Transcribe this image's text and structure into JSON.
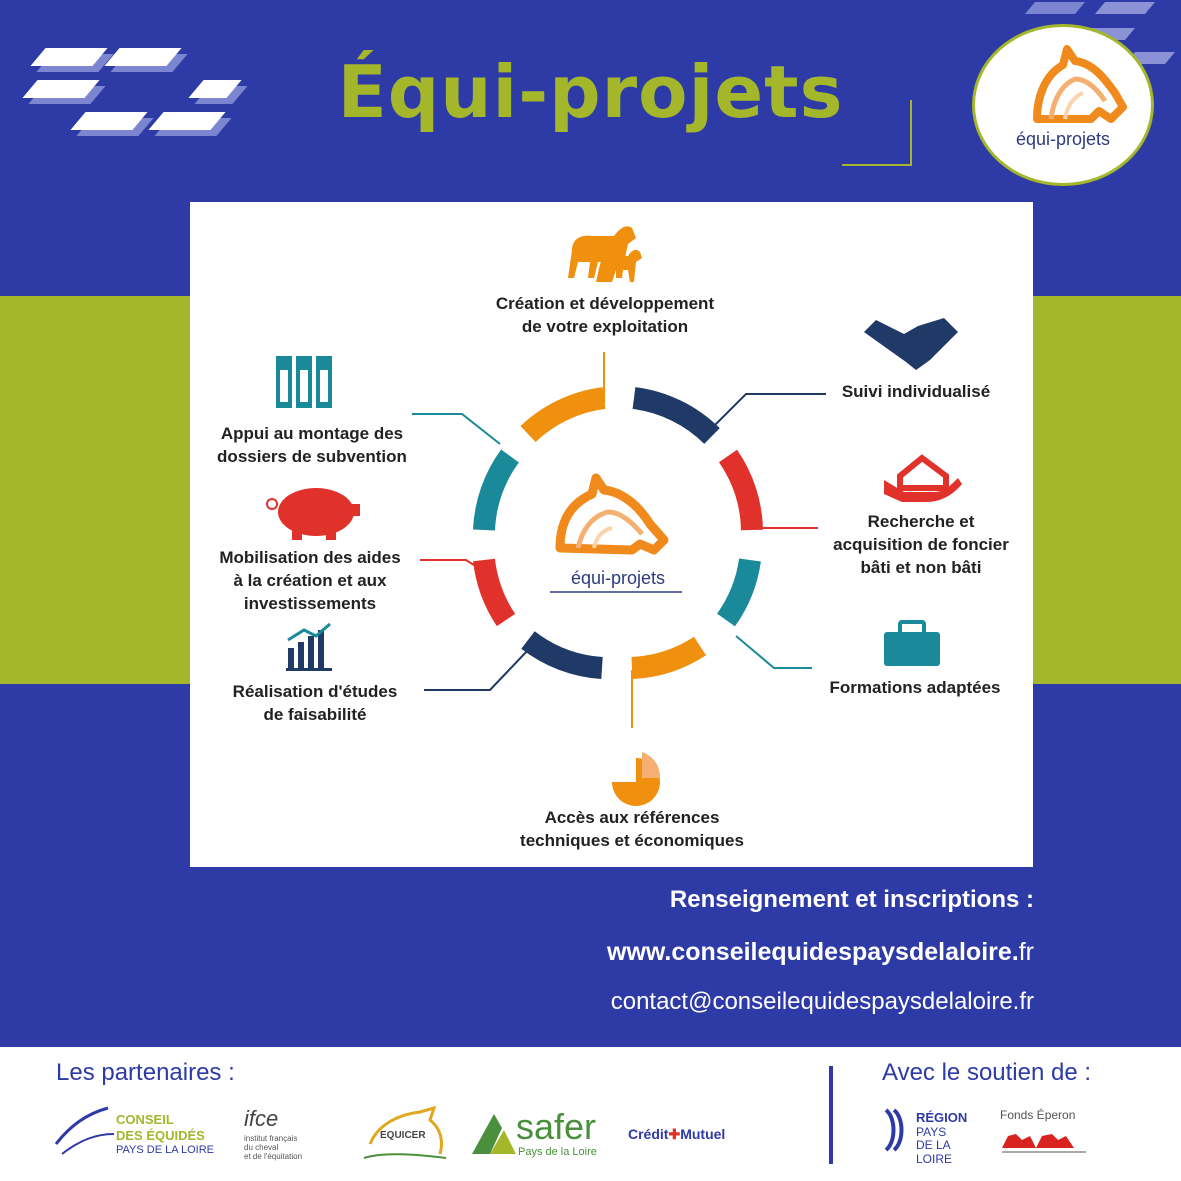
{
  "header": {
    "title": "Équi-projets",
    "logo_text": "équi-projets"
  },
  "infographic": {
    "center_logo_text": "équi-projets",
    "items": [
      {
        "label_l1": "Création et développement",
        "label_l2": "de votre exploitation",
        "icon": "horses-icon"
      },
      {
        "label_l1": "Suivi individualisé",
        "label_l2": "",
        "icon": "handshake-icon"
      },
      {
        "label_l1": "Recherche et",
        "label_l2": "acquisition de foncier",
        "label_l3": "bâti et non bâti",
        "icon": "house-in-hand-icon"
      },
      {
        "label_l1": "Formations adaptées",
        "label_l2": "",
        "icon": "briefcase-icon"
      },
      {
        "label_l1": "Accès aux références",
        "label_l2": "techniques et économiques",
        "icon": "pie-chart-icon"
      },
      {
        "label_l1": "Réalisation d'études",
        "label_l2": "de faisabilité",
        "icon": "growth-chart-icon"
      },
      {
        "label_l1": "Mobilisation des aides",
        "label_l2": "à la création et aux",
        "label_l3": "investissements",
        "icon": "piggy-bank-icon"
      },
      {
        "label_l1": "Appui au montage des",
        "label_l2": "dossiers de subvention",
        "icon": "binders-icon"
      }
    ],
    "colors": {
      "orange": "#f0900f",
      "navy": "#1f3a66",
      "red": "#e0312a",
      "teal": "#1a8a9a"
    }
  },
  "contact": {
    "heading": "Renseignement et inscriptions :",
    "web_bold": "www.conseilequidespaysdelaloire.",
    "web_tail": "fr",
    "email": "contact@conseilequidespaysdelaloire.fr"
  },
  "footer": {
    "partners_label": "Les partenaires :",
    "support_label": "Avec le soutien de :",
    "partners": {
      "conseil_l1": "CONSEIL",
      "conseil_l2": "DES ÉQUIDÉS",
      "conseil_l3": "PAYS DE LA LOIRE",
      "ifce": "ifce",
      "ifce_sub1": "institut français",
      "ifce_sub2": "du cheval",
      "ifce_sub3": "et de l'équitation",
      "equicer": "EQUICER",
      "safer": "safer",
      "safer_sub": "Pays de la Loire",
      "credit_mutuel_1": "Crédit",
      "credit_mutuel_2": "Mutuel"
    },
    "supporters": {
      "region_l1": "RÉGION",
      "region_l2": "PAYS",
      "region_l3": "DE LA LOIRE",
      "eperon": "Fonds Éperon"
    }
  },
  "colors": {
    "brand_blue": "#2e3aa5",
    "brand_green": "#a4b72b",
    "white": "#ffffff"
  }
}
